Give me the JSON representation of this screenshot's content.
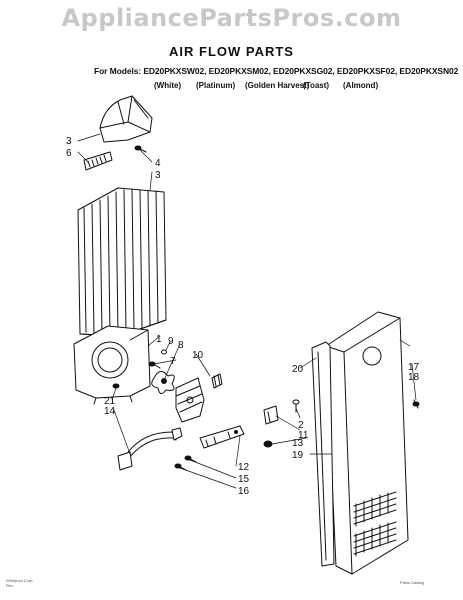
{
  "watermark": "AppliancePartsPros.com",
  "title": "AIR FLOW PARTS",
  "models_line": "For Models: ED20PKXSW02, ED20PKXSM02, ED20PKXSG02, ED20PKXSF02, ED20PKXSN02",
  "colors": [
    "(White)",
    "(Platinum)",
    "(Golden Harvest)",
    "(Toast)",
    "(Almond)"
  ],
  "callouts": {
    "c1": "1",
    "c2": "2",
    "c3": "3",
    "c3b": "3",
    "c4": "4",
    "c6": "6",
    "c7": "7",
    "c8": "8",
    "c9": "9",
    "c10": "10",
    "c11": "11",
    "c12": "12",
    "c13": "13",
    "c14": "14",
    "c15": "15",
    "c16": "16",
    "c17": "17",
    "c18": "18",
    "c19": "19",
    "c20": "20",
    "c21": "21"
  },
  "footer_left": [
    "Whirlpool Corp.",
    "Rev."
  ],
  "footer_right": [
    "Parts Catalog"
  ],
  "colors_meta": {
    "ink": "#111111",
    "watermark": "#c8c8c8",
    "background": "#ffffff"
  }
}
